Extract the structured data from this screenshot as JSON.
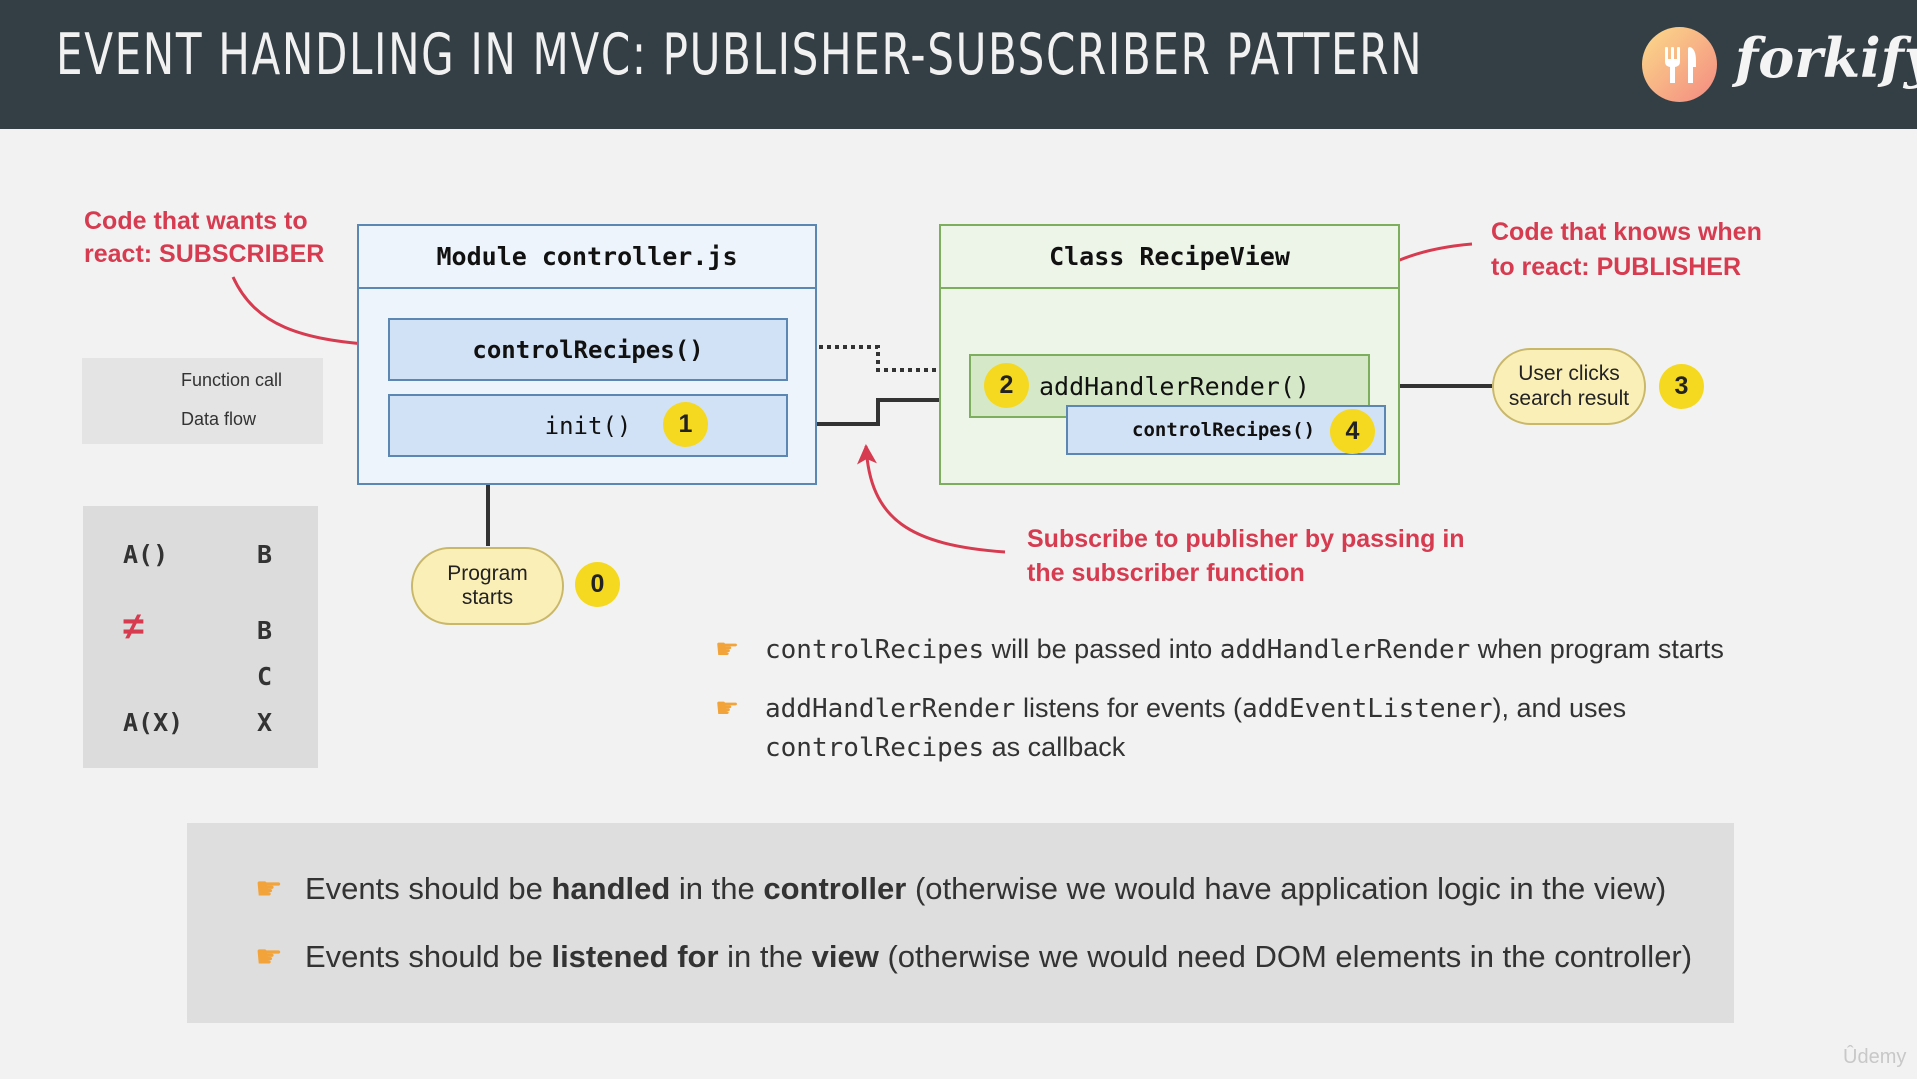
{
  "header": {
    "title": "EVENT HANDLING IN MVC: PUBLISHER-SUBSCRIBER PATTERN",
    "logo_text": "forkify",
    "logo_icon": "fork-knife-icon"
  },
  "notes": {
    "subscriber": [
      "Code that wants to",
      "react: SUBSCRIBER"
    ],
    "publisher": [
      "Code that knows when",
      "to react: PUBLISHER"
    ],
    "subscribe": [
      "Subscribe to publisher by passing in",
      "the subscriber function"
    ]
  },
  "legend": {
    "function_call": "Function call",
    "data_flow": "Data flow"
  },
  "module": {
    "title": "Module controller.js",
    "control_recipes": "controlRecipes()",
    "init": "init()",
    "init_step": "1"
  },
  "recipe_view": {
    "title": "Class RecipeView",
    "add_handler": "addHandlerRender()",
    "add_handler_step": "2",
    "control_recipes": "controlRecipes()",
    "control_recipes_step": "4"
  },
  "program_starts": {
    "label_line1": "Program",
    "label_line2": "starts",
    "step": "0"
  },
  "user_clicks": {
    "label_line1": "User clicks",
    "label_line2": "search result",
    "step": "3"
  },
  "mini_diagram": {
    "a": "A()",
    "b": "B",
    "not_equal": "≠",
    "b2": "B",
    "c": "C",
    "ax": "A(X)",
    "x": "X"
  },
  "bullets": [
    {
      "code1": "controlRecipes",
      "text1": " will be passed into ",
      "code2": "addHandlerRender",
      "text2": " when program starts"
    },
    {
      "code1": "addHandlerRender",
      "text1": " listens for events (",
      "code2": "addEventListener",
      "text2": "), and uses"
    },
    {
      "code1": "controlRecipes",
      "text1": " as callback"
    }
  ],
  "bottom": [
    {
      "p1": "Events should be ",
      "b1": "handled",
      "p2": " in the ",
      "b2": "controller",
      "p3": " (otherwise we would have application logic in the view)"
    },
    {
      "p1": "Events should be ",
      "b1": "listened for",
      "p2": " in the ",
      "b2": "view",
      "p3": " (otherwise we would need DOM elements in the controller)"
    }
  ],
  "watermark": "Ûdemy",
  "colors": {
    "header_bg": "#343f45",
    "accent_red": "#d63b50",
    "step_yellow": "#f5d820",
    "module_blue": "#5c87b2",
    "view_green": "#7cae5e"
  }
}
